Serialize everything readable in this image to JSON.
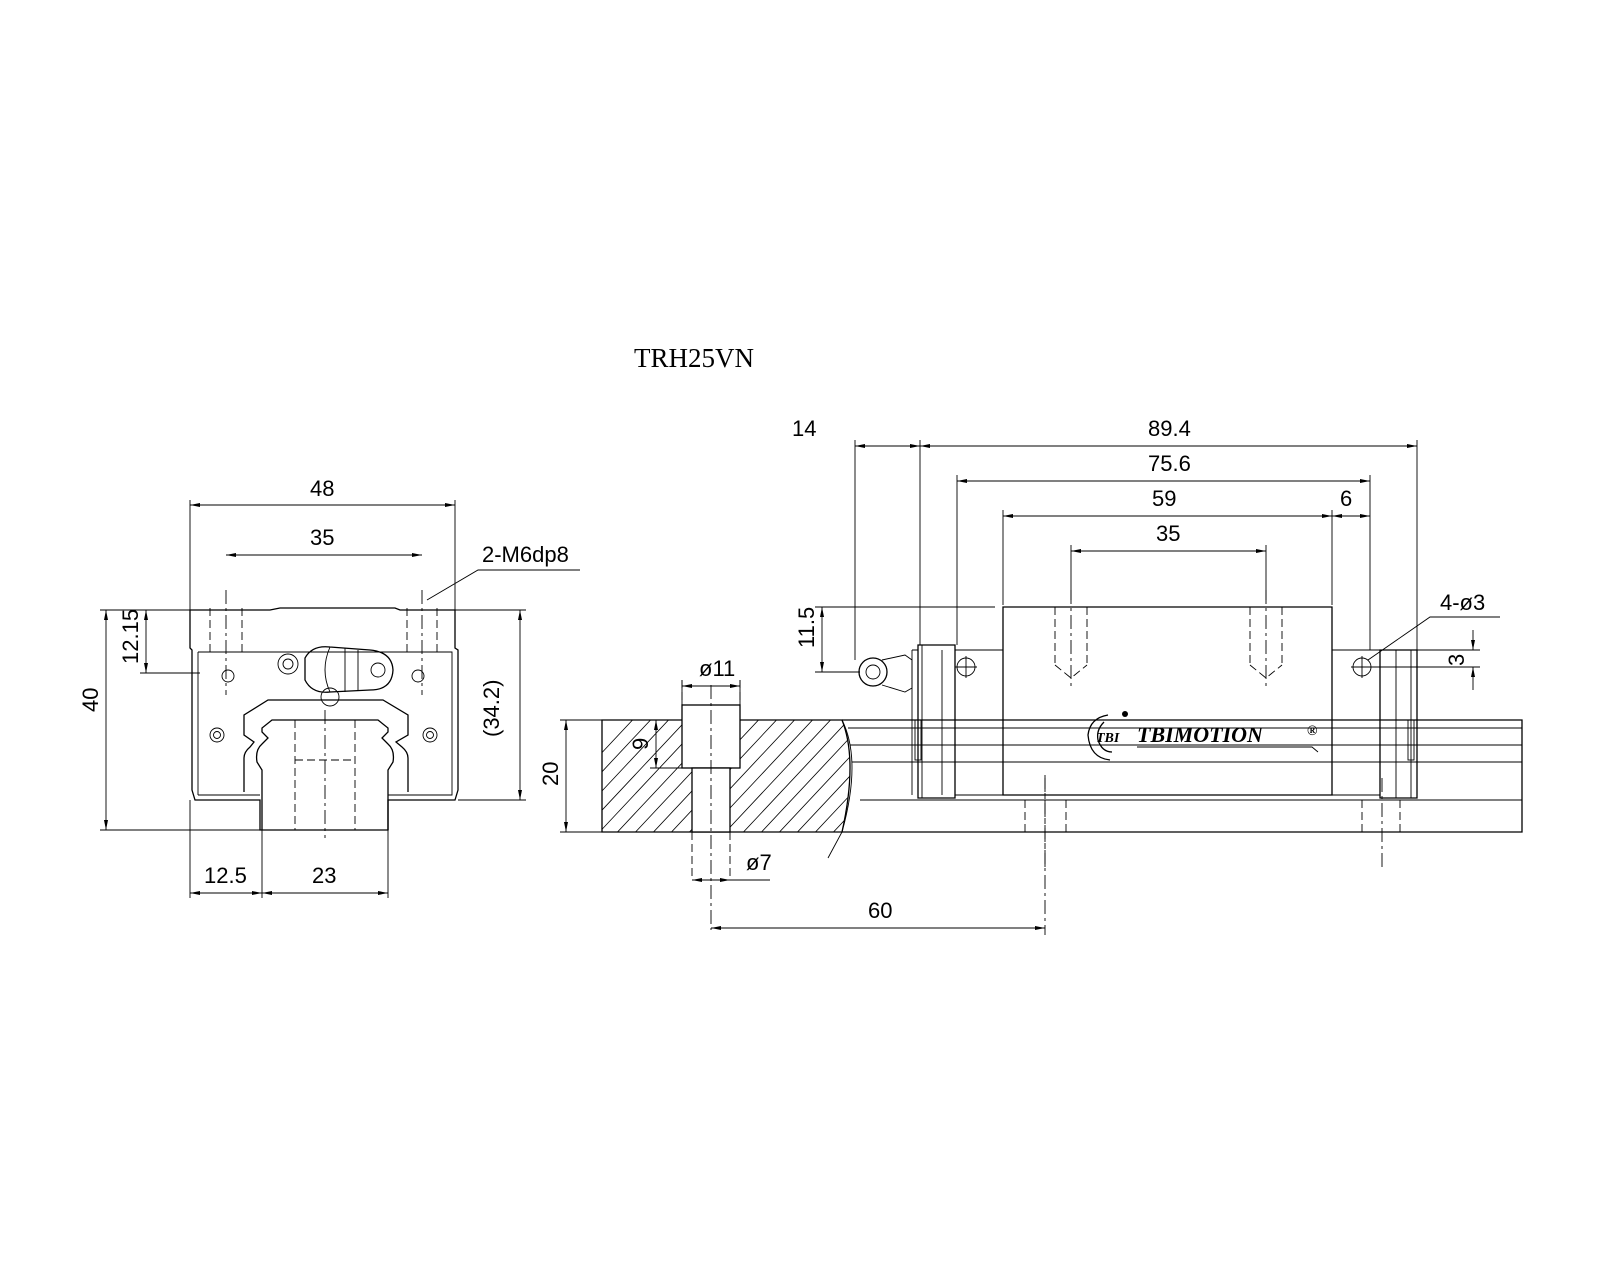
{
  "title": "TRH25VN",
  "brand": {
    "name": "TBIMOTION",
    "registered_mark": "®",
    "logo_text": "TBI"
  },
  "front_view": {
    "width_48": "48",
    "hole_pitch_35": "35",
    "thread_callout": "2-M6dp8",
    "height_40": "40",
    "thread_depth_12_15": "12.15",
    "ref_height_34_2": "(34.2)",
    "offset_12_5": "12.5",
    "rail_width_23": "23"
  },
  "side_view": {
    "overall_89_4": "89.4",
    "body_75_6": "75.6",
    "block_59": "59",
    "endcap_6": "6",
    "hole_pitch_35": "35",
    "nipple_14": "14",
    "nipple_height_11_5": "11.5",
    "pin_callout": "4-ø3",
    "pin_offset_3": "3",
    "counterbore_dia": "ø11",
    "counterbore_depth": "9",
    "rail_height_20": "20",
    "hole_dia": "ø7",
    "rail_pitch_60": "60"
  },
  "colors": {
    "line": "#000000",
    "background": "#ffffff"
  }
}
